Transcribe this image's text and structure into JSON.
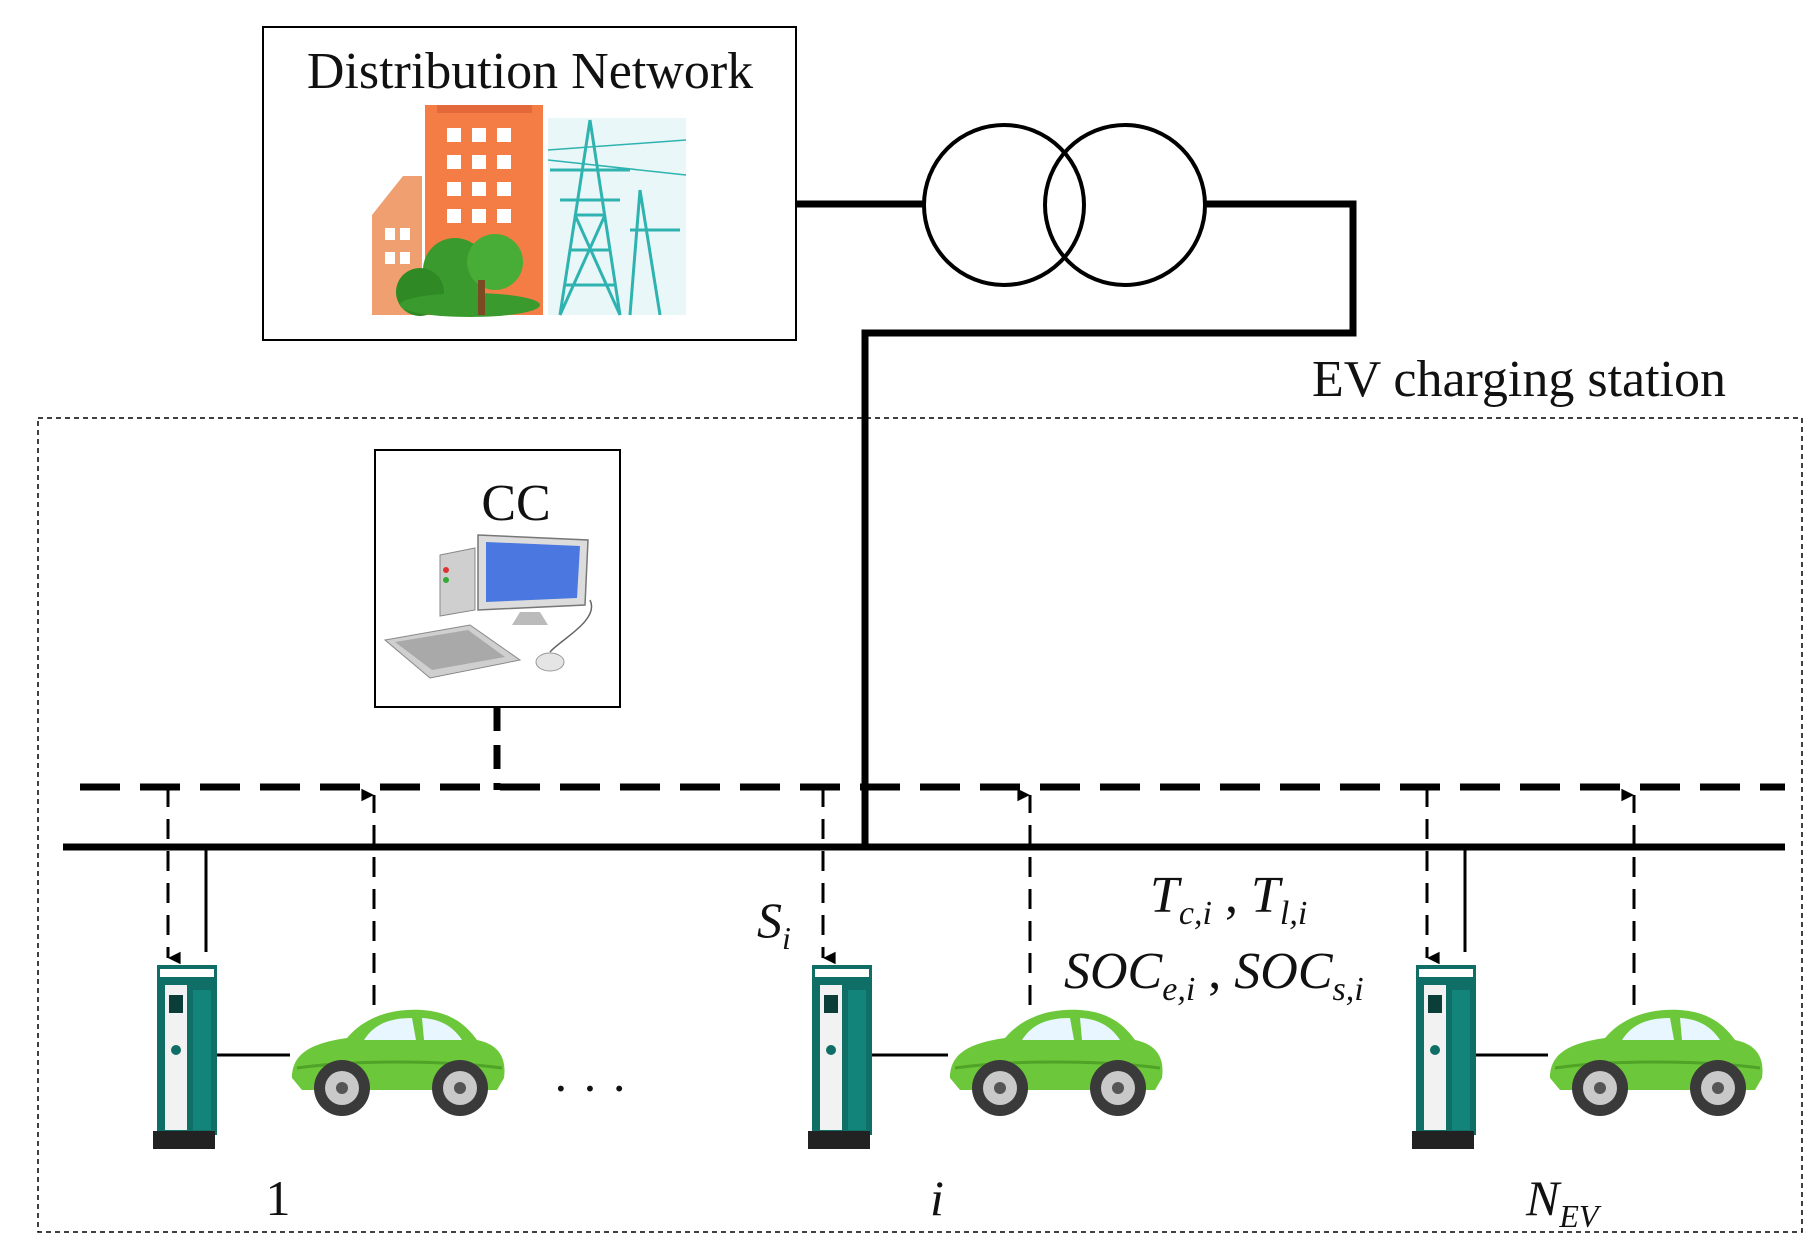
{
  "distribution_box": {
    "title": "Distribution Network"
  },
  "station": {
    "label": "EV charging station"
  },
  "cc_box": {
    "label": "CC"
  },
  "signals": {
    "down_label_base": "S",
    "down_label_sub": "i",
    "up_line1": {
      "t1_base": "T",
      "t1_sub": "c,i",
      "sep": " , ",
      "t2_base": "T",
      "t2_sub": "l,i"
    },
    "up_line2": {
      "s1_base": "SOC",
      "s1_sub": "e,i",
      "sep": " , ",
      "s2_base": "SOC",
      "s2_sub": "s,i"
    }
  },
  "chargers": [
    {
      "index_label": "1",
      "italic": false
    },
    {
      "index_label": "i",
      "italic": true
    },
    {
      "index_base": "N",
      "index_sub": "EV",
      "italic": true
    }
  ],
  "ellipsis": "· · ·",
  "colors": {
    "building": "#f47c45",
    "building_dark": "#e3693a",
    "tree": "#3a9a2e",
    "pylon": "#2fb3b0",
    "car_body": "#6cc83a",
    "charger": "#0f6e66",
    "monitor": "#4a78e0"
  }
}
